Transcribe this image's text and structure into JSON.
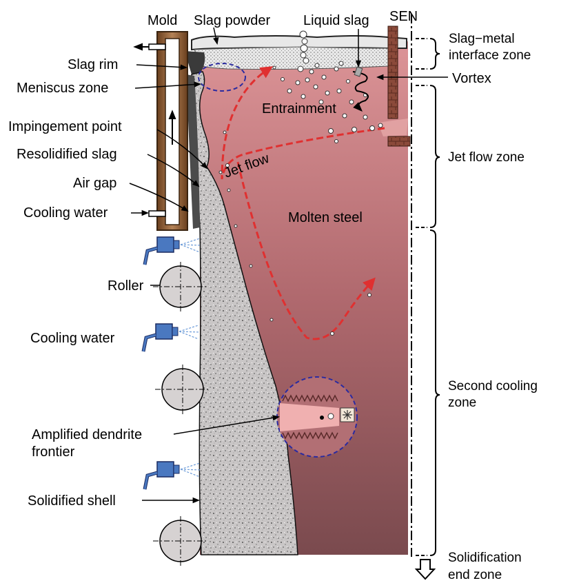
{
  "labels": {
    "mold": "Mold",
    "slag_powder": "Slag powder",
    "liquid_slag": "Liquid slag",
    "sen": "SEN",
    "slag_rim": "Slag rim",
    "meniscus_zone": "Meniscus zone",
    "impingement_point": "Impingement point",
    "resolidified_slag": "Resolidified slag",
    "air_gap": "Air gap",
    "cooling_water_mold": "Cooling water",
    "roller": "Roller",
    "cooling_water_spray": "Cooling water",
    "amplified_dendrite_1": "Amplified dendrite",
    "amplified_dendrite_2": "frontier",
    "solidified_shell": "Solidified shell",
    "entrainment": "Entrainment",
    "vortex": "Vortex",
    "jet_flow": "Jet flow",
    "molten_steel": "Molten steel"
  },
  "zones": {
    "slag_metal_1": "Slag−metal",
    "slag_metal_2": "interface zone",
    "jet_flow_zone": "Jet flow zone",
    "second_cooling_1": "Second cooling",
    "second_cooling_2": "zone",
    "solidification_end_1": "Solidification",
    "solidification_end_2": "end zone"
  },
  "colors": {
    "molten_top": "#d98e93",
    "molten_bottom": "#7a4a4e",
    "mold_wall": "#8a5a32",
    "flow_arrow": "#e03030",
    "nozzle": "#4a78c0",
    "roller": "#d6d2d2",
    "dashed_circle": "#2a2aa0"
  }
}
